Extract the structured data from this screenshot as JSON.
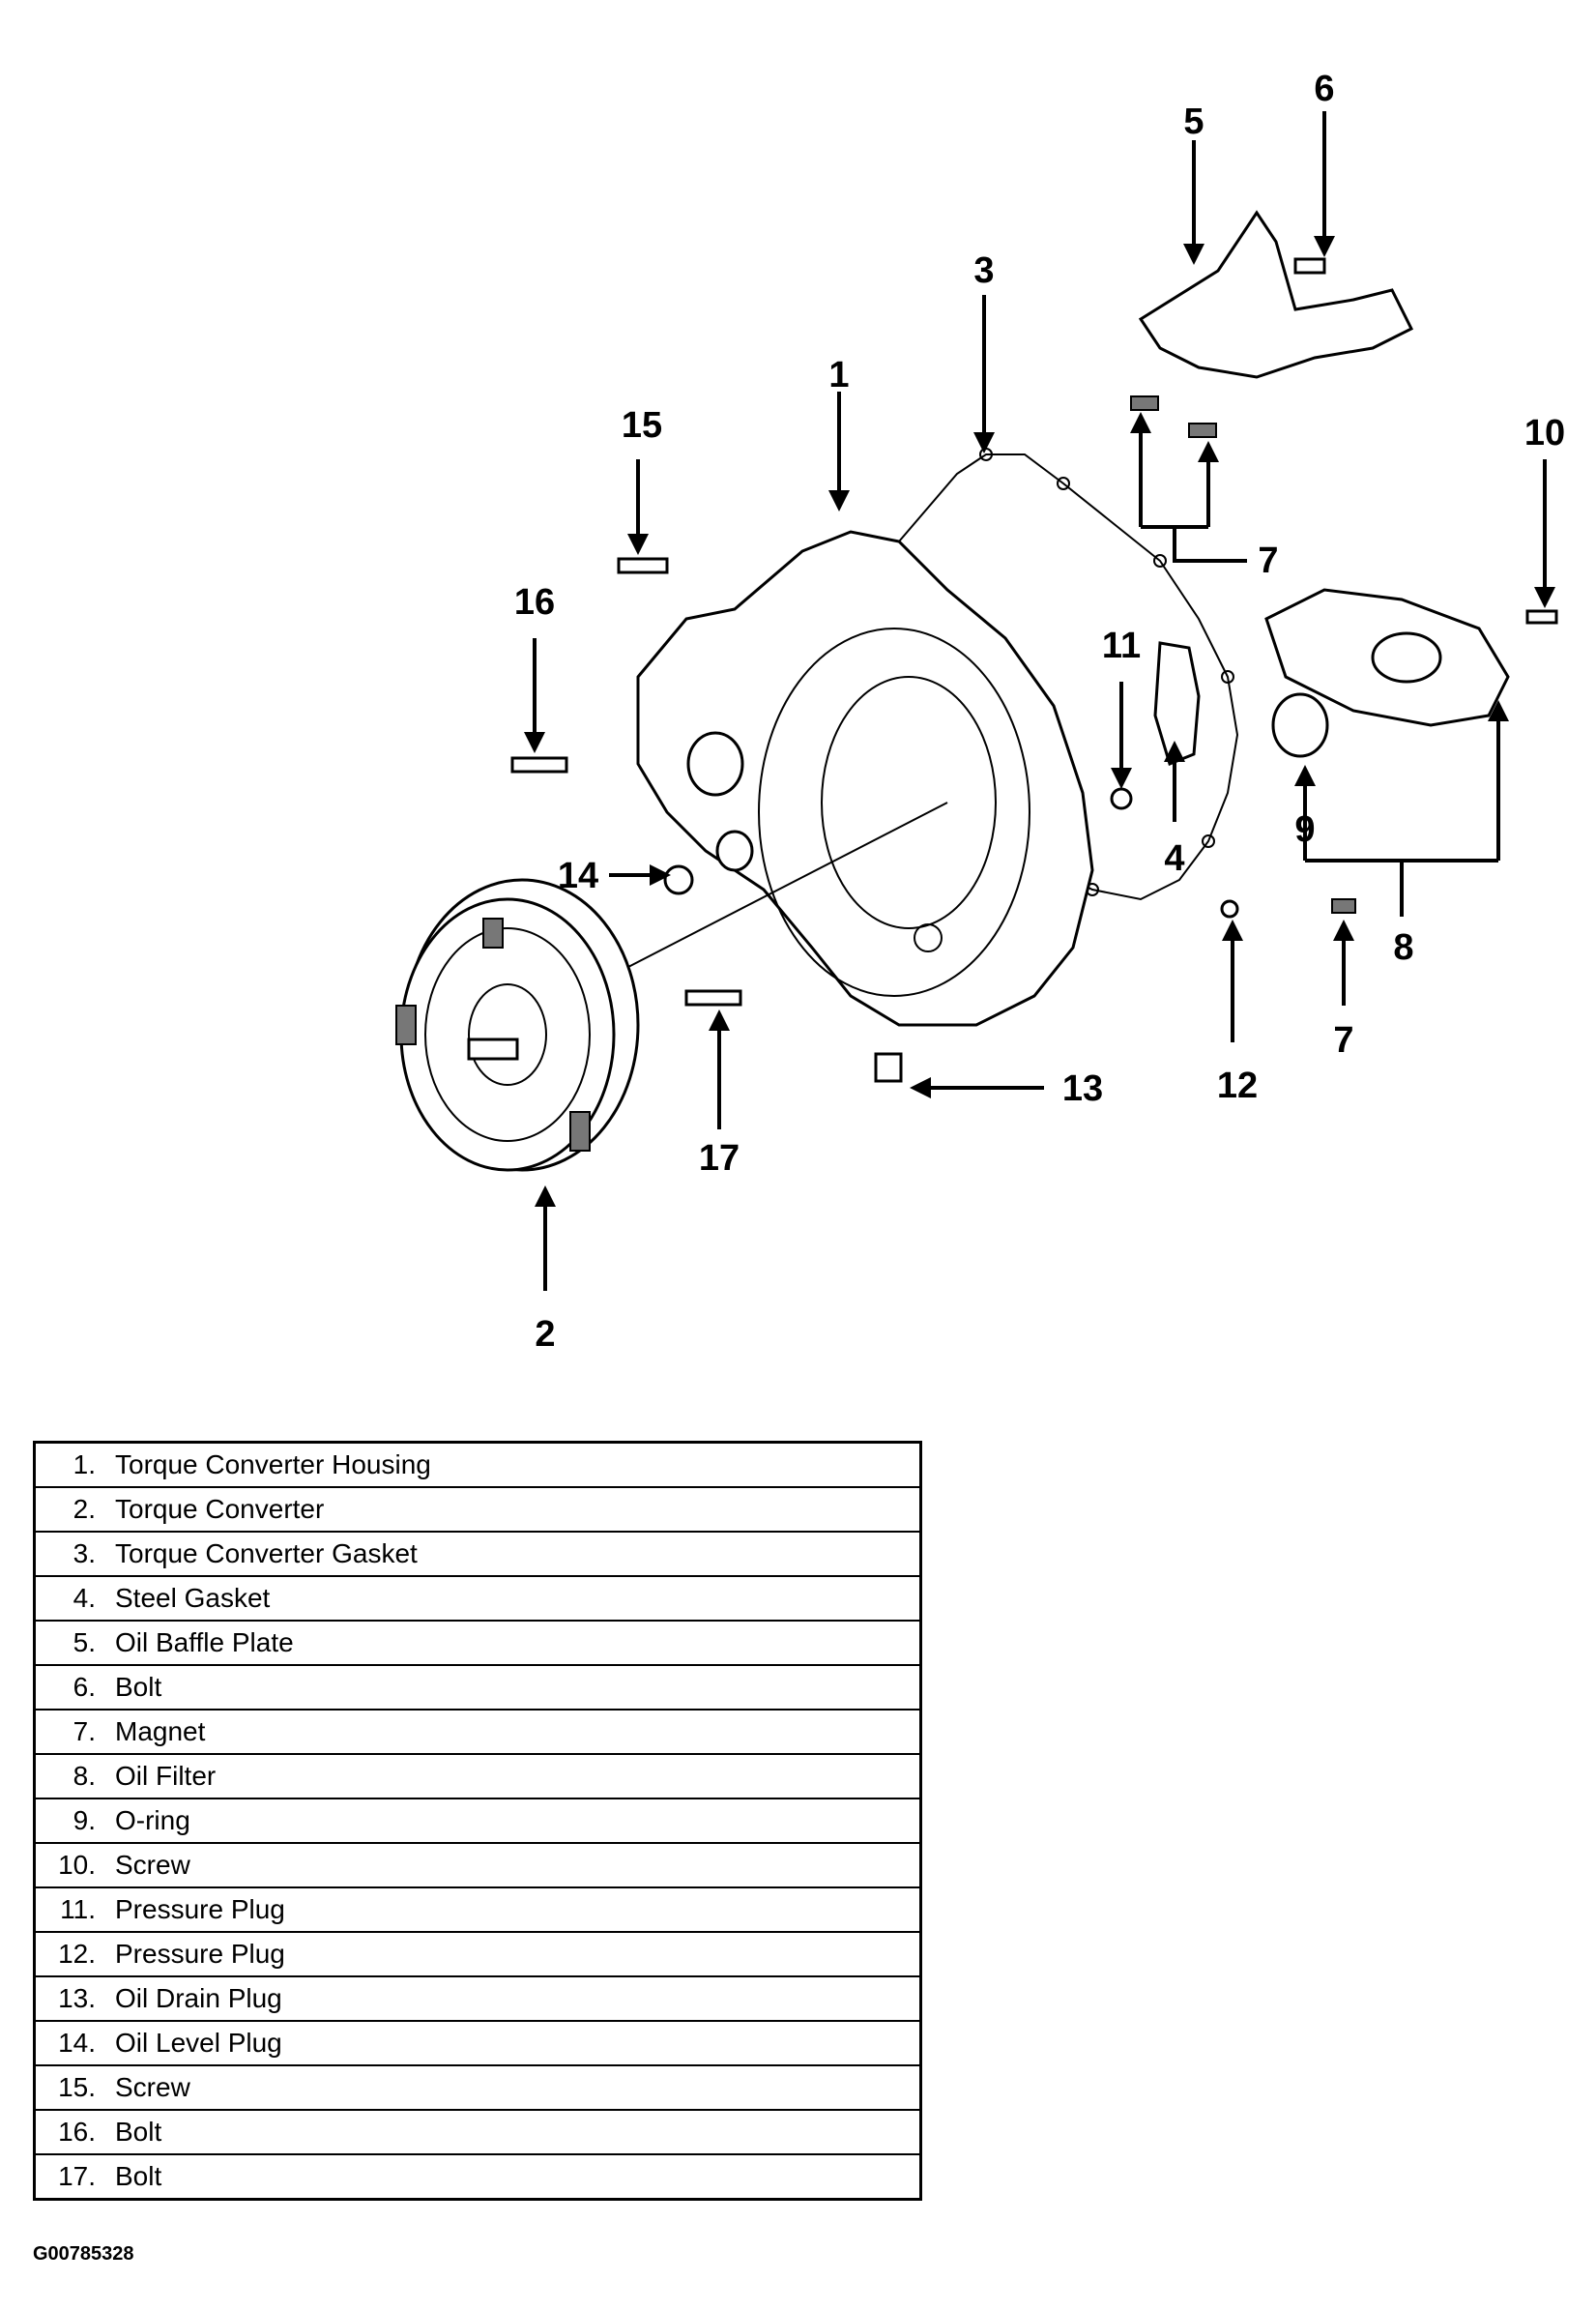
{
  "callouts": {
    "c1": "1",
    "c2": "2",
    "c3": "3",
    "c4": "4",
    "c5": "5",
    "c6": "6",
    "c7a": "7",
    "c7b": "7",
    "c8": "8",
    "c9": "9",
    "c10": "10",
    "c11": "11",
    "c12": "12",
    "c13": "13",
    "c14": "14",
    "c15": "15",
    "c16": "16",
    "c17": "17"
  },
  "legend": [
    {
      "num": "1.",
      "desc": "Torque Converter Housing"
    },
    {
      "num": "2.",
      "desc": "Torque Converter"
    },
    {
      "num": "3.",
      "desc": "Torque Converter Gasket"
    },
    {
      "num": "4.",
      "desc": "Steel Gasket"
    },
    {
      "num": "5.",
      "desc": "Oil Baffle Plate"
    },
    {
      "num": "6.",
      "desc": "Bolt"
    },
    {
      "num": "7.",
      "desc": "Magnet"
    },
    {
      "num": "8.",
      "desc": "Oil Filter"
    },
    {
      "num": "9.",
      "desc": "O-ring"
    },
    {
      "num": "10.",
      "desc": "Screw"
    },
    {
      "num": "11.",
      "desc": "Pressure Plug"
    },
    {
      "num": "12.",
      "desc": "Pressure Plug"
    },
    {
      "num": "13.",
      "desc": "Oil Drain Plug"
    },
    {
      "num": "14.",
      "desc": "Oil Level Plug"
    },
    {
      "num": "15.",
      "desc": "Screw"
    },
    {
      "num": "16.",
      "desc": "Bolt"
    },
    {
      "num": "17.",
      "desc": "Bolt"
    }
  ],
  "figure_id": "G00785328"
}
